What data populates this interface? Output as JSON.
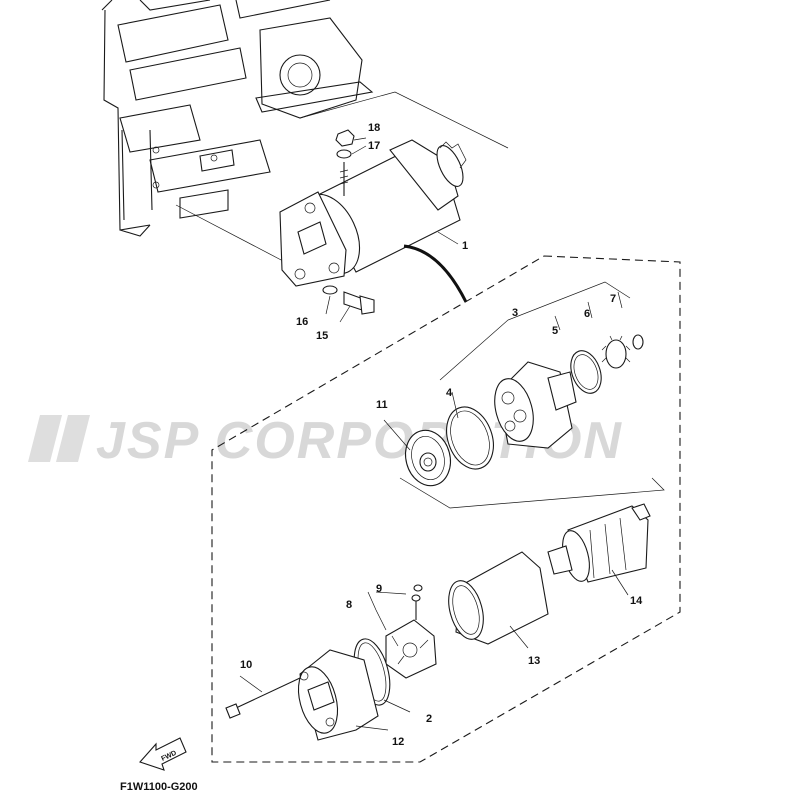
{
  "watermark": "JSP CORPORATION",
  "diagram_code": "F1W1100-G200",
  "fwd_label": "FWD",
  "callouts": {
    "p1": "1",
    "p2": "2",
    "p3": "3",
    "p4": "4",
    "p5": "5",
    "p6": "6",
    "p7": "7",
    "p8": "8",
    "p9": "9",
    "p10": "10",
    "p11": "11",
    "p12": "12",
    "p13": "13",
    "p14": "14",
    "p15": "15",
    "p16": "16",
    "p17": "17",
    "p18": "18"
  }
}
